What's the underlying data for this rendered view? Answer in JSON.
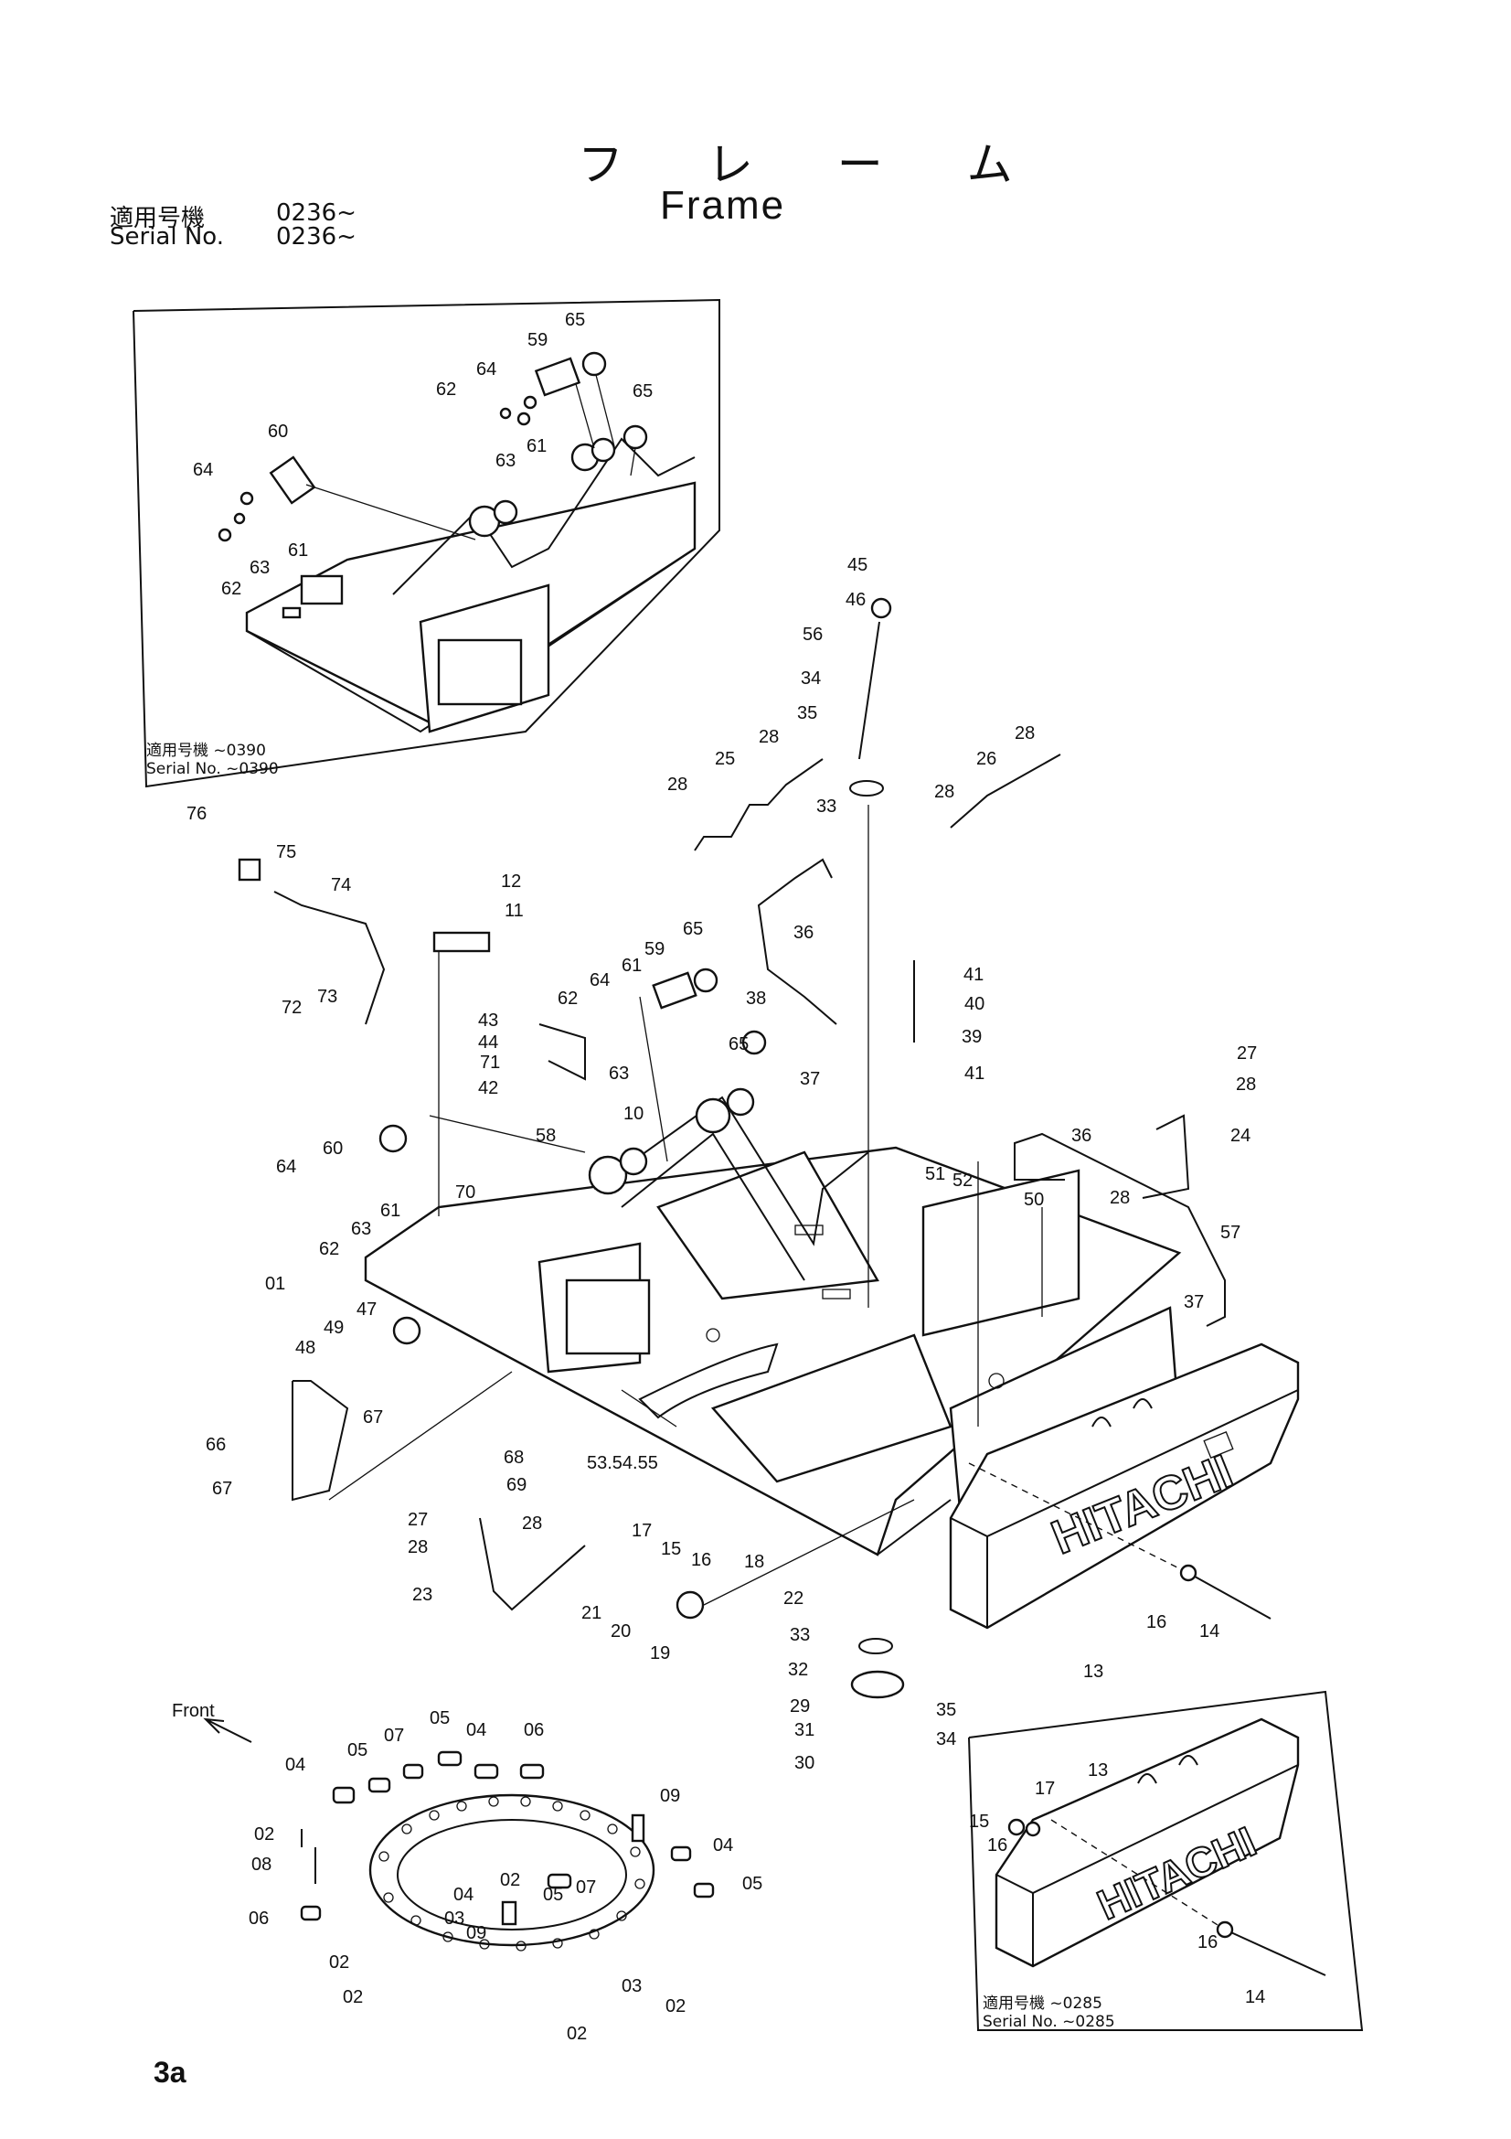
{
  "title": {
    "jp": "フ レ ー ム",
    "en": "Frame"
  },
  "serial": {
    "jp_label": "適用号機",
    "jp_value": "0236~",
    "en_label": "Serial No.",
    "en_value": "0236~"
  },
  "insets": {
    "top_left": {
      "jp_line": "適用号機 ~0390",
      "en_line": "Serial No. ~0390"
    },
    "bottom_right": {
      "jp_line": "適用号機 ~0285",
      "en_line": "Serial No. ~0285"
    }
  },
  "front_label": "Front",
  "brand_text": "HITACHI",
  "page_number": "3a",
  "part_labels": [
    {
      "id": "a1",
      "t": "65"
    },
    {
      "id": "a2",
      "t": "59"
    },
    {
      "id": "a3",
      "t": "64"
    },
    {
      "id": "a4",
      "t": "62"
    },
    {
      "id": "a5",
      "t": "65"
    },
    {
      "id": "a6",
      "t": "61"
    },
    {
      "id": "a7",
      "t": "63"
    },
    {
      "id": "a8",
      "t": "60"
    },
    {
      "id": "a9",
      "t": "64"
    },
    {
      "id": "a10",
      "t": "61"
    },
    {
      "id": "a11",
      "t": "63"
    },
    {
      "id": "a12",
      "t": "62"
    },
    {
      "id": "b1",
      "t": "45"
    },
    {
      "id": "b2",
      "t": "46"
    },
    {
      "id": "b3",
      "t": "56"
    },
    {
      "id": "b4",
      "t": "34"
    },
    {
      "id": "b5",
      "t": "35"
    },
    {
      "id": "b6",
      "t": "28"
    },
    {
      "id": "b7",
      "t": "25"
    },
    {
      "id": "b8",
      "t": "28"
    },
    {
      "id": "b9",
      "t": "33"
    },
    {
      "id": "b10",
      "t": "28"
    },
    {
      "id": "b11",
      "t": "26"
    },
    {
      "id": "b12",
      "t": "28"
    },
    {
      "id": "c1",
      "t": "76"
    },
    {
      "id": "c2",
      "t": "75"
    },
    {
      "id": "c3",
      "t": "74"
    },
    {
      "id": "c4",
      "t": "73"
    },
    {
      "id": "c5",
      "t": "72"
    },
    {
      "id": "c6",
      "t": "12"
    },
    {
      "id": "c7",
      "t": "11"
    },
    {
      "id": "d1",
      "t": "65"
    },
    {
      "id": "d2",
      "t": "59"
    },
    {
      "id": "d3",
      "t": "61"
    },
    {
      "id": "d4",
      "t": "64"
    },
    {
      "id": "d5",
      "t": "62"
    },
    {
      "id": "d6",
      "t": "43"
    },
    {
      "id": "d7",
      "t": "44"
    },
    {
      "id": "d8",
      "t": "71"
    },
    {
      "id": "d9",
      "t": "42"
    },
    {
      "id": "d10",
      "t": "63"
    },
    {
      "id": "d11",
      "t": "10"
    },
    {
      "id": "d12",
      "t": "65"
    },
    {
      "id": "d13",
      "t": "60"
    },
    {
      "id": "d14",
      "t": "64"
    },
    {
      "id": "d15",
      "t": "63"
    },
    {
      "id": "d16",
      "t": "61"
    },
    {
      "id": "d17",
      "t": "62"
    },
    {
      "id": "d18",
      "t": "58"
    },
    {
      "id": "d19",
      "t": "70"
    },
    {
      "id": "d20",
      "t": "01"
    },
    {
      "id": "e1",
      "t": "36"
    },
    {
      "id": "e2",
      "t": "38"
    },
    {
      "id": "e3",
      "t": "37"
    },
    {
      "id": "e4",
      "t": "41"
    },
    {
      "id": "e5",
      "t": "40"
    },
    {
      "id": "e6",
      "t": "39"
    },
    {
      "id": "e7",
      "t": "41"
    },
    {
      "id": "e8",
      "t": "27"
    },
    {
      "id": "e9",
      "t": "28"
    },
    {
      "id": "e10",
      "t": "24"
    },
    {
      "id": "e11",
      "t": "36"
    },
    {
      "id": "e12",
      "t": "28"
    },
    {
      "id": "e13",
      "t": "51"
    },
    {
      "id": "e14",
      "t": "52"
    },
    {
      "id": "e15",
      "t": "50"
    },
    {
      "id": "e16",
      "t": "57"
    },
    {
      "id": "e17",
      "t": "37"
    },
    {
      "id": "f1",
      "t": "47"
    },
    {
      "id": "f2",
      "t": "49"
    },
    {
      "id": "f3",
      "t": "48"
    },
    {
      "id": "f4",
      "t": "67"
    },
    {
      "id": "f5",
      "t": "66"
    },
    {
      "id": "f6",
      "t": "67"
    },
    {
      "id": "f7",
      "t": "68"
    },
    {
      "id": "f8",
      "t": "69"
    },
    {
      "id": "f9",
      "t": "53.54.55"
    },
    {
      "id": "f10",
      "t": "27"
    },
    {
      "id": "f11",
      "t": "28"
    },
    {
      "id": "f12",
      "t": "28"
    },
    {
      "id": "f13",
      "t": "17"
    },
    {
      "id": "f14",
      "t": "15"
    },
    {
      "id": "f15",
      "t": "16"
    },
    {
      "id": "f16",
      "t": "18"
    },
    {
      "id": "f17",
      "t": "23"
    },
    {
      "id": "f18",
      "t": "21"
    },
    {
      "id": "f19",
      "t": "20"
    },
    {
      "id": "f20",
      "t": "19"
    },
    {
      "id": "g1",
      "t": "22"
    },
    {
      "id": "g2",
      "t": "33"
    },
    {
      "id": "g3",
      "t": "32"
    },
    {
      "id": "g4",
      "t": "29"
    },
    {
      "id": "g5",
      "t": "35"
    },
    {
      "id": "g6",
      "t": "31"
    },
    {
      "id": "g7",
      "t": "34"
    },
    {
      "id": "g8",
      "t": "30"
    },
    {
      "id": "g9",
      "t": "16"
    },
    {
      "id": "g10",
      "t": "14"
    },
    {
      "id": "g11",
      "t": "13"
    },
    {
      "id": "h1",
      "t": "05"
    },
    {
      "id": "h2",
      "t": "07"
    },
    {
      "id": "h3",
      "t": "05"
    },
    {
      "id": "h4",
      "t": "04"
    },
    {
      "id": "h5",
      "t": "06"
    },
    {
      "id": "h6",
      "t": "04"
    },
    {
      "id": "h7",
      "t": "09"
    },
    {
      "id": "h8",
      "t": "02"
    },
    {
      "id": "h9",
      "t": "04"
    },
    {
      "id": "h10",
      "t": "08"
    },
    {
      "id": "h11",
      "t": "02"
    },
    {
      "id": "h12",
      "t": "05"
    },
    {
      "id": "h13",
      "t": "04"
    },
    {
      "id": "h14",
      "t": "05"
    },
    {
      "id": "h15",
      "t": "07"
    },
    {
      "id": "h16",
      "t": "06"
    },
    {
      "id": "h17",
      "t": "03"
    },
    {
      "id": "h18",
      "t": "09"
    },
    {
      "id": "h19",
      "t": "02"
    },
    {
      "id": "h20",
      "t": "02"
    },
    {
      "id": "h21",
      "t": "03"
    },
    {
      "id": "h22",
      "t": "02"
    },
    {
      "id": "h23",
      "t": "02"
    },
    {
      "id": "i1",
      "t": "17"
    },
    {
      "id": "i2",
      "t": "13"
    },
    {
      "id": "i3",
      "t": "15"
    },
    {
      "id": "i4",
      "t": "16"
    },
    {
      "id": "i5",
      "t": "16"
    },
    {
      "id": "i6",
      "t": "14"
    }
  ]
}
